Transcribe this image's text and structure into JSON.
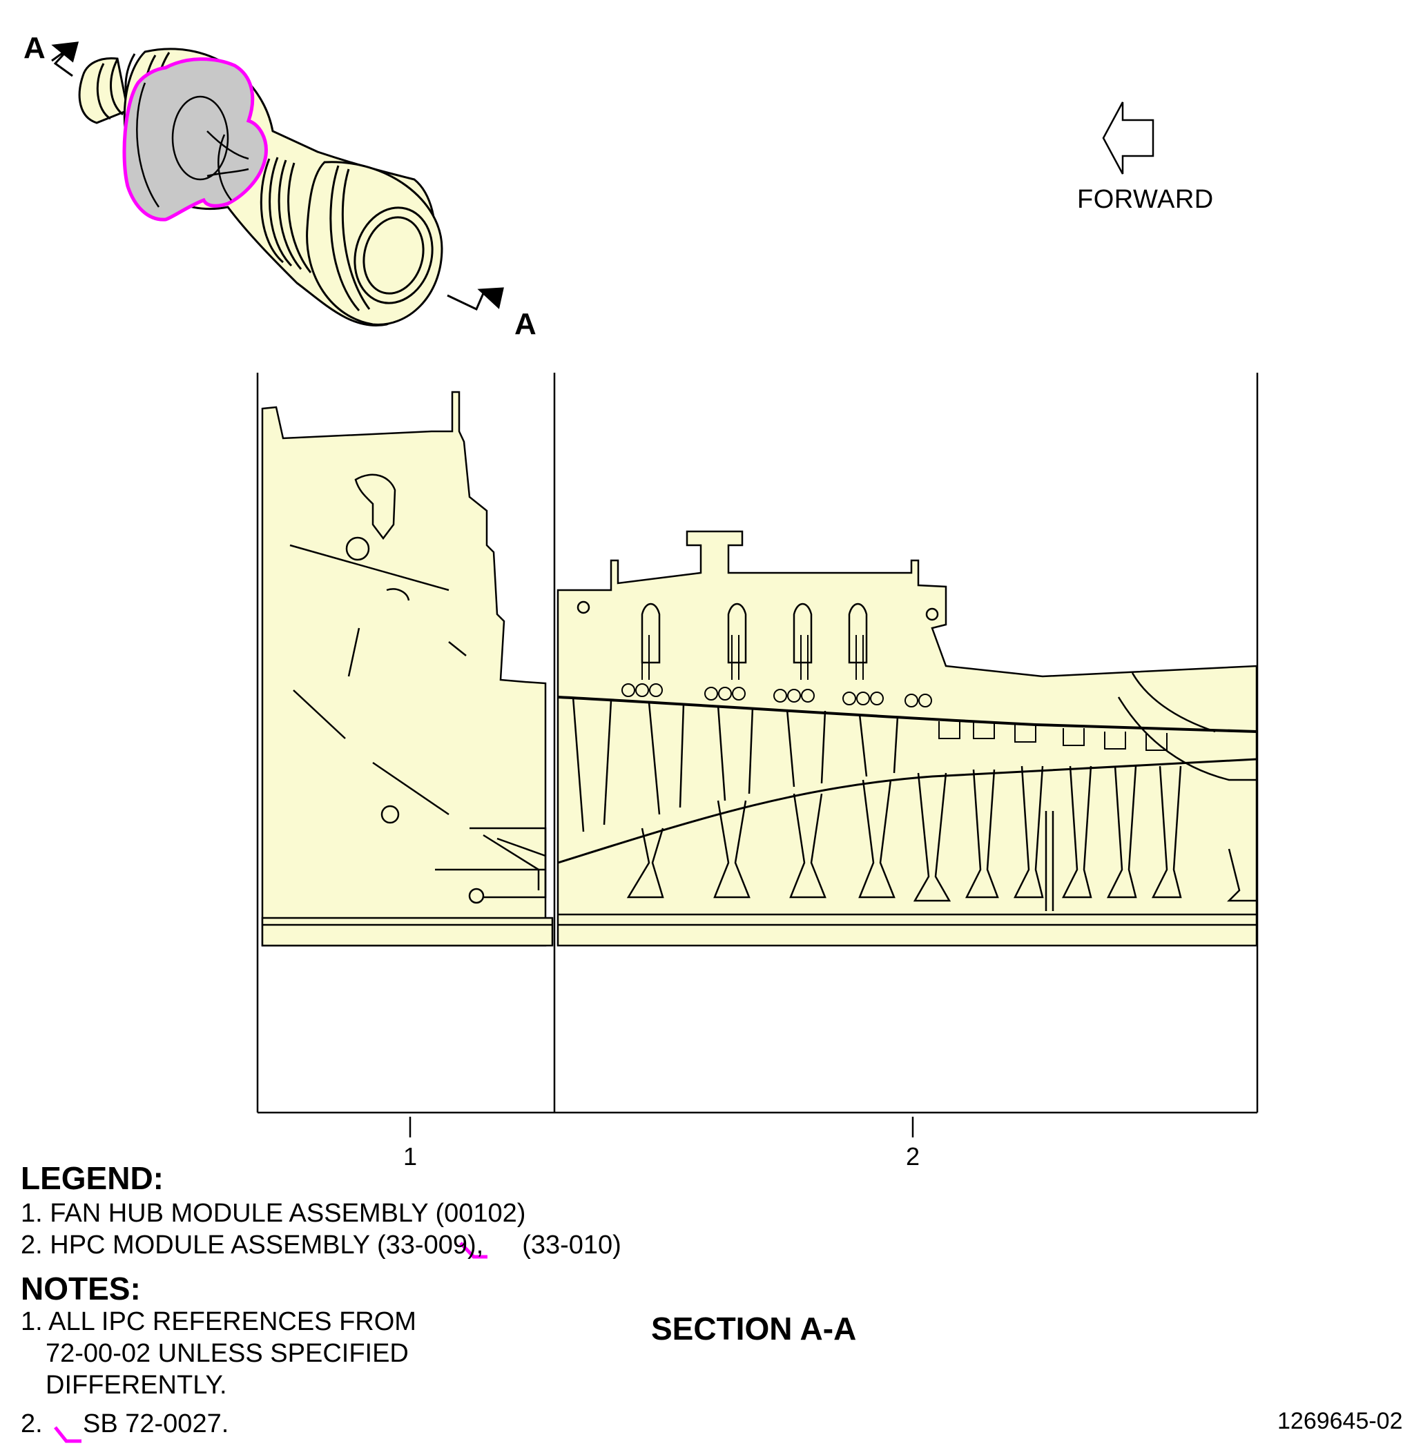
{
  "view_labels": {
    "section_mark_top": "A",
    "section_mark_bottom": "A"
  },
  "direction": {
    "label": "FORWARD"
  },
  "callouts": [
    "1",
    "2"
  ],
  "legend": {
    "title": "LEGEND:",
    "items": [
      {
        "text": "1. FAN HUB MODULE ASSEMBLY (00102)"
      },
      {
        "text_before": "2. HPC MODULE ASSEMBLY (33-009),",
        "text_after": "(33-010)"
      }
    ]
  },
  "notes": {
    "title": "NOTES:",
    "items": [
      {
        "lines": [
          "1. ALL IPC REFERENCES FROM",
          "72-00-02 UNLESS SPECIFIED",
          "DIFFERENTLY."
        ]
      },
      {
        "prefix": "2.",
        "text": "SB 72-0027."
      }
    ]
  },
  "section_title": "SECTION A-A",
  "figure_number": "1269645-02",
  "colors": {
    "part_fill": "#fafad2",
    "highlight": "#ff00ff",
    "shaded": "#c8c8c8",
    "line": "#000000"
  }
}
